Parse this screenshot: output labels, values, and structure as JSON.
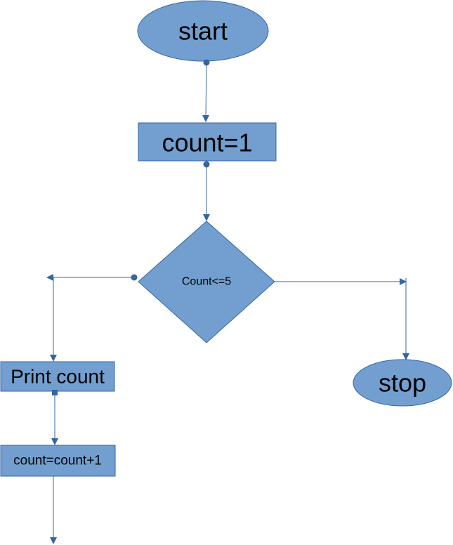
{
  "diagram": {
    "nodes": {
      "start": {
        "shape": "ellipse",
        "label": "start"
      },
      "init": {
        "shape": "rectangle",
        "label": "count=1"
      },
      "condition": {
        "shape": "diamond",
        "label": "Count<=5"
      },
      "print": {
        "shape": "rectangle",
        "label": "Print count"
      },
      "increment": {
        "shape": "rectangle",
        "label": "count=count+1"
      },
      "stop": {
        "shape": "ellipse",
        "label": "stop"
      }
    },
    "edges": [
      {
        "from": "start",
        "to": "init"
      },
      {
        "from": "init",
        "to": "condition"
      },
      {
        "from": "condition",
        "to": "print"
      },
      {
        "from": "condition",
        "to": "stop"
      },
      {
        "from": "print",
        "to": "increment"
      },
      {
        "from": "increment",
        "to": ""
      }
    ],
    "colors": {
      "fill": "#729fcf",
      "stroke": "#3465a4",
      "text": "#000000"
    }
  }
}
